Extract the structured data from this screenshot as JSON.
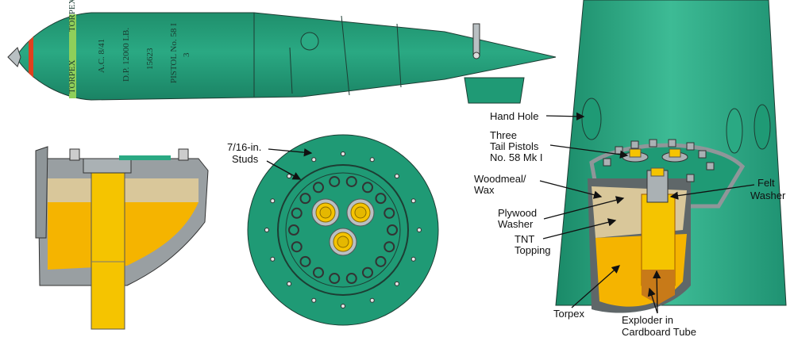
{
  "side_view": {
    "band_text_top": "TORPEX",
    "band_text_bottom": "TORPEX",
    "markings": [
      "A.C. 8/41",
      "D.P. 12000 LB.",
      "15623",
      "PISTOL No. 58 I",
      "3"
    ]
  },
  "labels": {
    "studs": [
      "7/16-in.",
      "Studs"
    ],
    "hand_hole": "Hand Hole",
    "tail_pistols": [
      "Three",
      "Tail Pistols",
      "No. 58 Mk I"
    ],
    "woodmeal": [
      "Woodmeal/",
      "Wax"
    ],
    "plywood": [
      "Plywood",
      "Washer"
    ],
    "tnt": [
      "TNT",
      "Topping"
    ],
    "torpex": "Torpex",
    "exploder": [
      "Exploder in",
      "Cardboard Tube"
    ],
    "felt": [
      "Felt",
      "Washer"
    ]
  },
  "colors": {
    "casing": "#1f9a75",
    "casing_light": "#3bb893",
    "torpex": "#f5b400",
    "woodmeal": "#d9c79a",
    "steel": "#9aa3a6",
    "band_green": "#8fcf5a",
    "band_red": "#e0401e"
  }
}
